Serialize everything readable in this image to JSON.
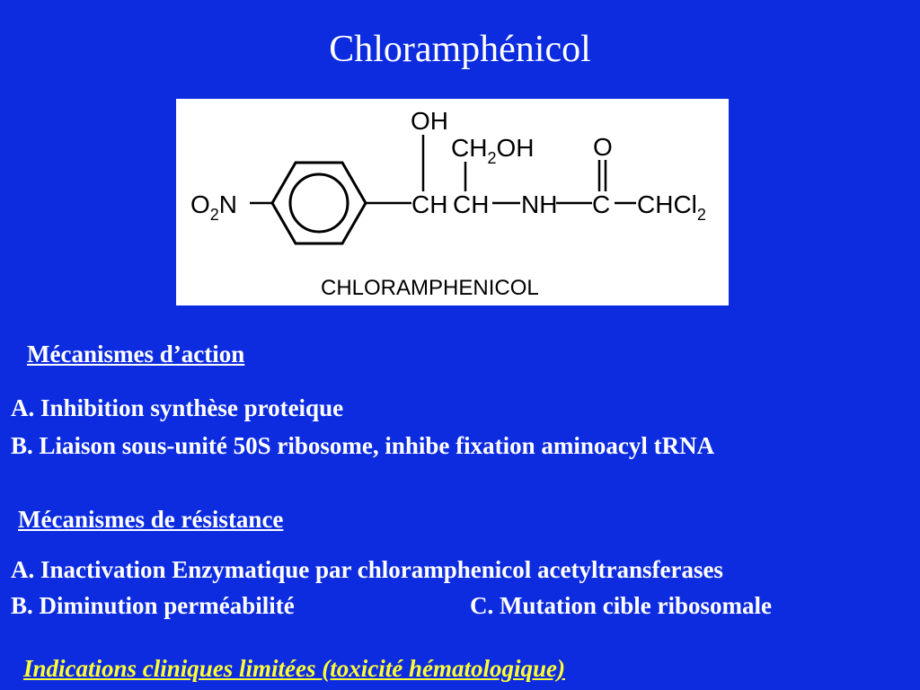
{
  "slide": {
    "title": "Chloramphénicol"
  },
  "structure": {
    "labels": {
      "oh_top": "OH",
      "ch2": "CH",
      "ch2_sub": "2",
      "ch2_oh": "OH",
      "carbonyl_o": "O",
      "o2": "O",
      "o2_sub": "2",
      "n": "N",
      "ch_left": "CH",
      "ch_right": "CH",
      "nh": "NH",
      "c": "C",
      "chcl": "CHCl",
      "chcl_sub": "2",
      "caption": "CHLORAMPHENICOL"
    }
  },
  "mechanisms_action": {
    "heading": "Mécanismes d’action",
    "items": [
      "A.  Inhibition synthèse proteique",
      "B.  Liaison sous-unité 50S ribosome, inhibe fixation aminoacyl tRNA"
    ]
  },
  "mechanisms_resistance": {
    "heading": "Mécanismes de résistance",
    "item_a": "A. Inactivation Enzymatique par chloramphenicol acetyltransferases",
    "item_b": "B.  Diminution perméabilité",
    "item_c": "C. Mutation cible ribosomale"
  },
  "clinical": {
    "text": "Indications cliniques limitées (toxicité hématologique)"
  },
  "colors": {
    "background": "#0d2ce0",
    "text": "#ffffff",
    "highlight": "#ffff33"
  }
}
